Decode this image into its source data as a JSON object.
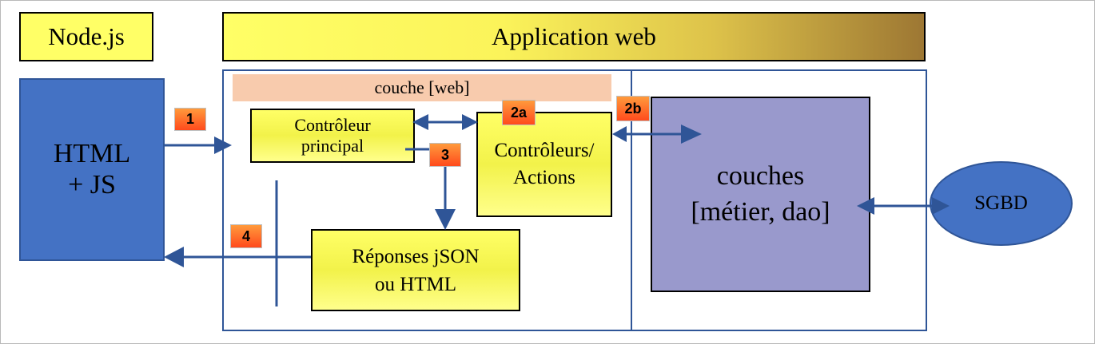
{
  "titles": {
    "nodejs": "Node.js",
    "app": "Application web"
  },
  "client": {
    "line1": "HTML",
    "line2": "+ JS"
  },
  "web_layer": "couche [web]",
  "boxes": {
    "principal_line1": "Contrôleur",
    "principal_line2": "principal",
    "actions_line1": "Contrôleurs/",
    "actions_line2": "Actions",
    "responses_line1": "Réponses jSON",
    "responses_line2": "ou HTML",
    "layers_line1": "couches",
    "layers_line2": "[métier, dao]",
    "db": "SGBD"
  },
  "steps": {
    "s1": "1",
    "s2a": "2a",
    "s2b": "2b",
    "s3": "3",
    "s4": "4"
  },
  "colors": {
    "blue": "#4472c4",
    "yellow": "#ffff66",
    "peach": "#f8cbad",
    "lavender": "#9999cc",
    "navy": "#2f5597",
    "badge": "#ff5a1c"
  }
}
